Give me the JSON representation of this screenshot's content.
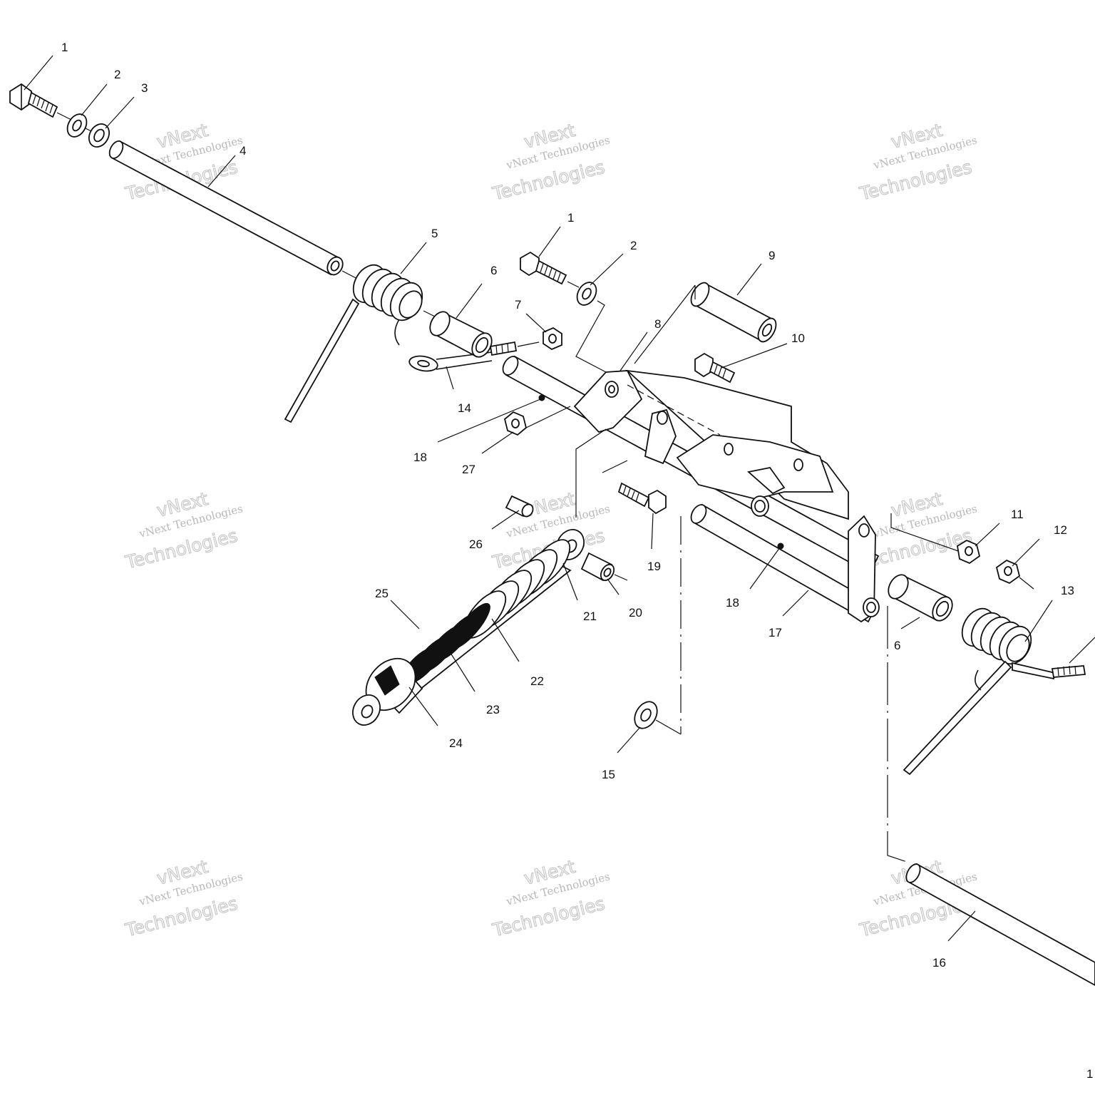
{
  "diagram": {
    "callouts": [
      {
        "id": "c1a",
        "text": "1"
      },
      {
        "id": "c2a",
        "text": "2"
      },
      {
        "id": "c3",
        "text": "3"
      },
      {
        "id": "c4",
        "text": "4"
      },
      {
        "id": "c5",
        "text": "5"
      },
      {
        "id": "c1b",
        "text": "1"
      },
      {
        "id": "c2b",
        "text": "2"
      },
      {
        "id": "c6a",
        "text": "6"
      },
      {
        "id": "c7",
        "text": "7"
      },
      {
        "id": "c8",
        "text": "8"
      },
      {
        "id": "c9",
        "text": "9"
      },
      {
        "id": "c10",
        "text": "10"
      },
      {
        "id": "c14",
        "text": "14"
      },
      {
        "id": "c18a",
        "text": "18"
      },
      {
        "id": "c27",
        "text": "27"
      },
      {
        "id": "c26",
        "text": "26"
      },
      {
        "id": "c25",
        "text": "25"
      },
      {
        "id": "c21",
        "text": "21"
      },
      {
        "id": "c20",
        "text": "20"
      },
      {
        "id": "c19",
        "text": "19"
      },
      {
        "id": "c22",
        "text": "22"
      },
      {
        "id": "c23",
        "text": "23"
      },
      {
        "id": "c24",
        "text": "24"
      },
      {
        "id": "c15",
        "text": "15"
      },
      {
        "id": "c11",
        "text": "11"
      },
      {
        "id": "c12",
        "text": "12"
      },
      {
        "id": "c13",
        "text": "13"
      },
      {
        "id": "c18b",
        "text": "18"
      },
      {
        "id": "c17",
        "text": "17"
      },
      {
        "id": "c6b",
        "text": "6"
      },
      {
        "id": "c16",
        "text": "16"
      },
      {
        "id": "cpage",
        "text": "1"
      }
    ]
  },
  "watermark": {
    "line_small": "vNext Technologies",
    "line_large_1": "vNext",
    "line_large_2": "Technologies"
  }
}
